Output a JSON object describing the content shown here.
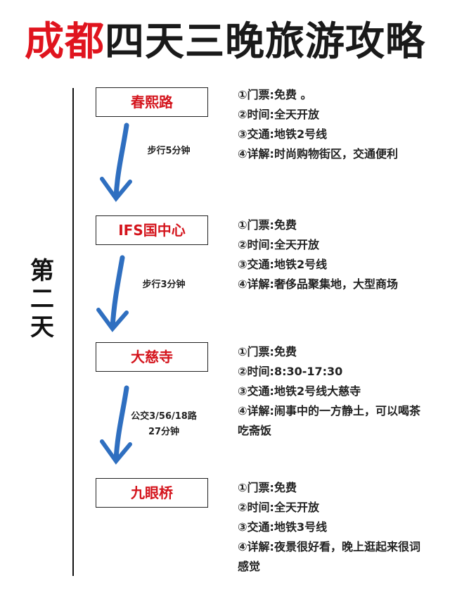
{
  "title": {
    "part1": "成都",
    "part2": "四天三晚旅游攻略"
  },
  "day_label": [
    "第",
    "二",
    "天"
  ],
  "stops": [
    {
      "name": "春熙路",
      "info": [
        "①门票:免费 。",
        "②时间:全天开放",
        "③交通:地铁2号线",
        "④详解:时尚购物街区，交通便利"
      ]
    },
    {
      "name": "IFS国中心",
      "info": [
        "①门票:免费",
        "②时间:全天开放",
        "③交通:地铁2号线",
        "④详解:奢侈品聚集地，大型商场"
      ]
    },
    {
      "name": "大慈寺",
      "info": [
        "①门票:免费",
        "②时间:8:30-17:30",
        "③交通:地铁2号线大慈寺",
        "④详解:闹事中的一方静土，可以喝茶吃斋饭"
      ]
    },
    {
      "name": "九眼桥",
      "info": [
        "①门票:免费",
        "②时间:全天开放",
        "③交通:地铁3号线",
        "④详解:夜景很好看，晚上逛起来很词感觉"
      ]
    }
  ],
  "transfers": [
    {
      "lines": [
        "步行5分钟"
      ]
    },
    {
      "lines": [
        "步行3分钟"
      ]
    },
    {
      "lines": [
        "公交3/56/18路",
        "27分钟"
      ]
    }
  ],
  "colors": {
    "accent": "#e0141e",
    "arrow": "#2f6fc0"
  }
}
